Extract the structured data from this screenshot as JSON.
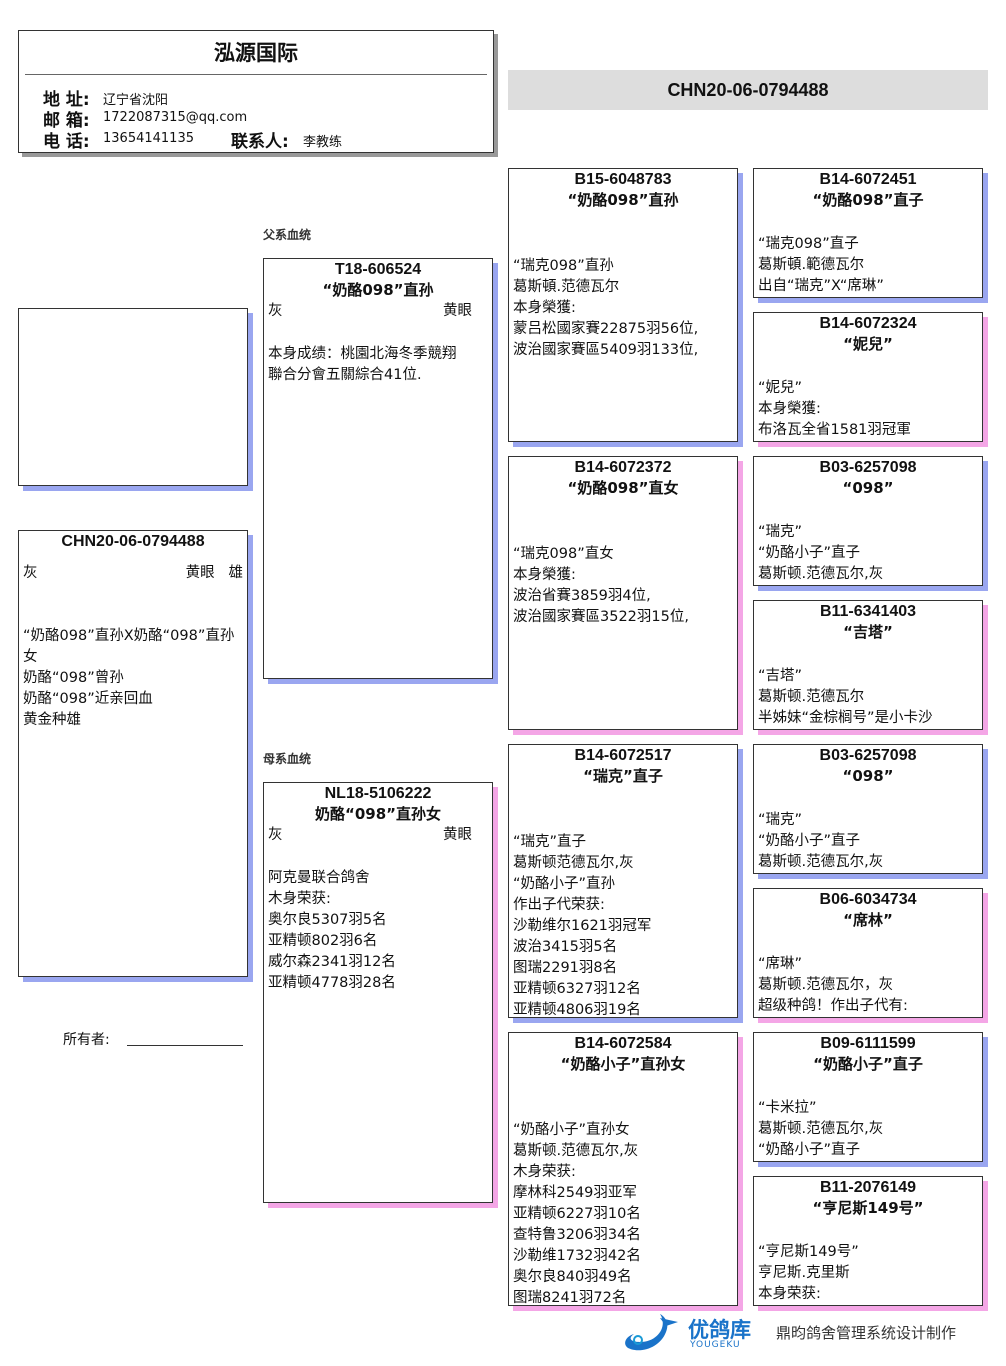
{
  "header": {
    "title": "泓源国际",
    "address_label": "地 址:",
    "address": "辽宁省沈阳",
    "email_label": "邮 箱:",
    "email": "1722087315@qq.com",
    "phone_label": "电 话:",
    "phone": "13654141135",
    "contact_label": "联系人:",
    "contact": "李教练"
  },
  "top_ring": "CHN20-06-0794488",
  "sire_label": "父系血统",
  "dam_label": "母系血统",
  "owner_label": "所有者:",
  "subject": {
    "ring": "CHN20-06-0794488",
    "color": "灰",
    "eye": "黄眼",
    "sex": "雄",
    "lines": [
      "“奶酪098”直孙X奶酪“098”直孙",
      "女",
      "奶酪“098”曾孙",
      "奶酪“098”近亲回血",
      "黄金种雄"
    ]
  },
  "sire": {
    "ring": "T18-606524",
    "name": "“奶酪098”直孙",
    "color": "灰",
    "eye": "黄眼",
    "lines": [
      "本身成绩：桃園北海冬季競翔",
      "聯合分會五關綜合41位."
    ]
  },
  "dam": {
    "ring": "NL18-5106222",
    "name": "奶酪“098”直孙女",
    "color": "灰",
    "eye": "黄眼",
    "lines": [
      "阿克曼联合鸽舍",
      "木身荣获:",
      "奥尔良5307羽5名",
      "亚精顿802羽6名",
      "威尔森2341羽12名",
      "亚精顿4778羽28名"
    ]
  },
  "gen3": [
    {
      "ring": "B15-6048783",
      "name": "“奶酪098”直孙",
      "lines": [
        "“瑞克098”直孙",
        "葛斯頓.范德瓦尔",
        "本身榮獲:",
        "蒙吕松國家賽22875羽56位,",
        "波治國家賽區5409羽133位,"
      ]
    },
    {
      "ring": "B14-6072372",
      "name": "“奶酪098”直女",
      "lines": [
        "“瑞克098”直女",
        "本身榮獲:",
        "波治省賽3859羽4位,",
        "波治國家賽區3522羽15位,"
      ]
    },
    {
      "ring": "B14-6072517",
      "name": "“瑞克”直子",
      "lines": [
        "“瑞克”直子",
        "葛斯顿范德瓦尔,灰",
        "“奶酪小子”直孙",
        "作出子代荣获:",
        "沙勒维尔1621羽冠军",
        "波治3415羽5名",
        "图瑞2291羽8名",
        "亚精顿6327羽12名",
        "亚精顿4806羽19名"
      ]
    },
    {
      "ring": "B14-6072584",
      "name": "“奶酪小子”直孙女",
      "lines": [
        "“奶酪小子”直孙女",
        "葛斯顿.范德瓦尔,灰",
        "木身荣获:",
        "摩林科2549羽亚军",
        "亚精顿6227羽10名",
        "查特鲁3206羽34名",
        "沙勒维1732羽42名",
        "奥尔良840羽49名",
        "图瑞8241羽72名"
      ]
    }
  ],
  "gen4": [
    {
      "ring": "B14-6072451",
      "name": "“奶酪098”直子",
      "lines": [
        "“瑞克098”直子",
        "葛斯頓.範德瓦尔",
        "出自“瑞克”X“席琳”"
      ]
    },
    {
      "ring": "B14-6072324",
      "name": "“妮兒”",
      "lines": [
        "“妮兒”",
        "本身榮獲:",
        "布洛瓦全省1581羽冠軍"
      ]
    },
    {
      "ring": "B03-6257098",
      "name": "“098”",
      "lines": [
        "“瑞克”",
        "“奶酪小子”直子",
        "葛斯顿.范德瓦尔,灰"
      ]
    },
    {
      "ring": "B11-6341403",
      "name": "“吉塔”",
      "lines": [
        "“吉塔”",
        "葛斯顿.范德瓦尔",
        "半姊妹“金棕榈号”是小卡沙"
      ]
    },
    {
      "ring": "B03-6257098",
      "name": "“098”",
      "lines": [
        "“瑞克”",
        "“奶酪小子”直子",
        "葛斯顿.范德瓦尔,灰"
      ]
    },
    {
      "ring": "B06-6034734",
      "name": "“席林”",
      "lines": [
        "“席琳”",
        "葛斯顿.范德瓦尔，灰",
        "超级种鸽！作出子代有:"
      ]
    },
    {
      "ring": "B09-6111599",
      "name": "“奶酪小子”直子",
      "lines": [
        "“卡米拉”",
        "葛斯顿.范德瓦尔,灰",
        "“奶酪小子”直子"
      ]
    },
    {
      "ring": "B11-2076149",
      "name": "“亨尼斯149号”",
      "lines": [
        "“亨尼斯149号”",
        "亨尼斯.克里斯",
        "本身荣获:"
      ]
    }
  ],
  "footer": {
    "logo_text": "优鸽库",
    "logo_sub": "YOUGEKU",
    "credit": "鼎昀鸽舍管理系统设计制作"
  },
  "colors": {
    "male_shadow": "#9aa6f0",
    "female_shadow": "#f4a6e6",
    "title_bar": "#dddddd"
  }
}
